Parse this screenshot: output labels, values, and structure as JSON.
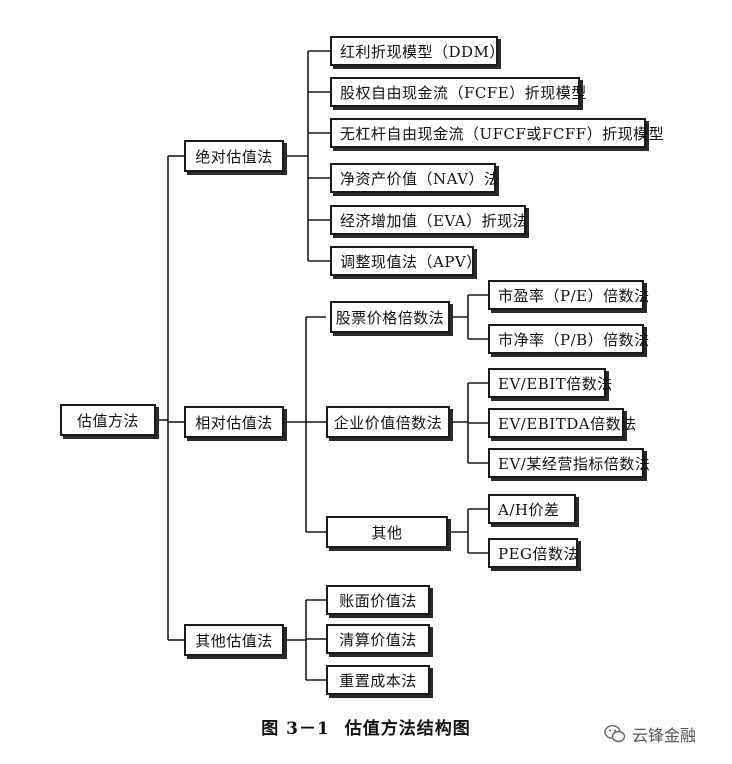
{
  "diagram": {
    "root": "估值方法",
    "categories": {
      "absolute": {
        "label": "绝对估值法",
        "methods": [
          "红利折现模型（DDM）",
          "股权自由现金流（FCFE）折现模型",
          "无杠杆自由现金流（UFCF或FCFF）折现模型",
          "净资产价值（NAV）法",
          "经济增加值（EVA）折现法",
          "调整现值法（APV）"
        ]
      },
      "relative": {
        "label": "相对估值法",
        "groups": {
          "stock_price": {
            "label": "股票价格倍数法",
            "items": [
              "市盈率（P/E）倍数法",
              "市净率（P/B）倍数法"
            ]
          },
          "enterprise_value": {
            "label": "企业价值倍数法",
            "items": [
              "EV/EBIT倍数法",
              "EV/EBITDA倍数法",
              "EV/某经营指标倍数法"
            ]
          },
          "others": {
            "label": "其他",
            "items": [
              "A/H价差",
              "PEG倍数法"
            ]
          }
        }
      },
      "other": {
        "label": "其他估值法",
        "methods": [
          "账面价值法",
          "清算价值法",
          "重置成本法"
        ]
      }
    }
  },
  "caption": {
    "figure_number": "图 3－1",
    "title": "估值方法结构图"
  },
  "watermark": {
    "text": "云锋金融"
  },
  "colors": {
    "line": "#1a1a1a",
    "box_border": "#1a1a1a",
    "background": "#fdfdfb"
  }
}
